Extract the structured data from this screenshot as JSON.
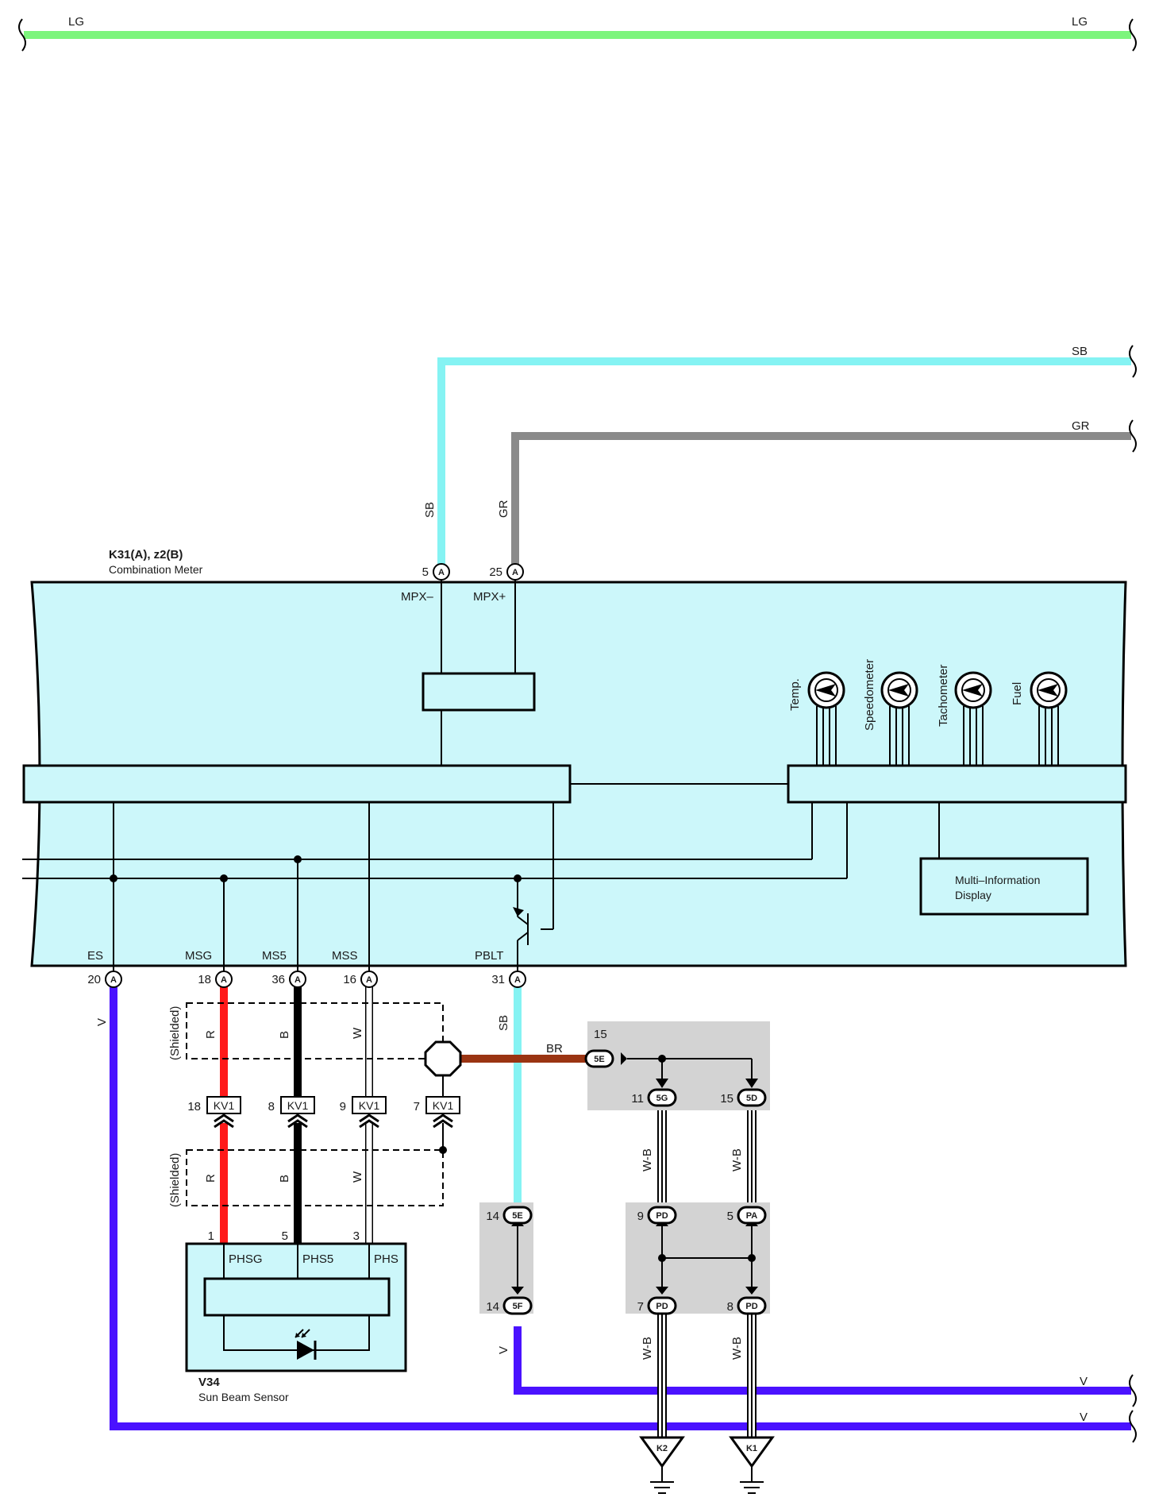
{
  "wires": {
    "lg": {
      "color": "#7cf57c",
      "left": "LG",
      "right": "LG"
    },
    "sb": {
      "color": "#85f3f3",
      "top": "SB",
      "vertical": "SB",
      "lower": "SB"
    },
    "gr": {
      "color": "#8a8a8a",
      "top": "GR",
      "vertical": "GR"
    },
    "v": {
      "color": "#4a12ff",
      "left": "V",
      "mid": "V",
      "upper_right": "V",
      "lower_right": "V"
    },
    "br": {
      "color": "#9a3412",
      "label": "BR"
    },
    "r": {
      "color": "#ff1a1a",
      "upper": "R",
      "lower": "R"
    },
    "b": {
      "color": "#000000",
      "upper": "B",
      "lower": "B"
    },
    "w": {
      "color": "#ffffff",
      "upper": "W",
      "lower": "W"
    },
    "wb": {
      "labels": [
        "W-B",
        "W-B",
        "W-B",
        "W-B"
      ]
    }
  },
  "meter": {
    "code": "K31(A), z2(B)",
    "name": "Combination Meter",
    "fill": "#ccf7fa",
    "top_pins": [
      {
        "num": "5",
        "conn": "A",
        "signal": "MPX–"
      },
      {
        "num": "25",
        "conn": "A",
        "signal": "MPX+"
      }
    ],
    "bottom_pins": [
      {
        "num": "20",
        "conn": "A",
        "signal": "ES"
      },
      {
        "num": "18",
        "conn": "A",
        "signal": "MSG"
      },
      {
        "num": "36",
        "conn": "A",
        "signal": "MS5"
      },
      {
        "num": "16",
        "conn": "A",
        "signal": "MSS"
      },
      {
        "num": "31",
        "conn": "A",
        "signal": "PBLT"
      }
    ],
    "gauges": [
      "Temp.",
      "Speedometer",
      "Tachometer",
      "Fuel"
    ],
    "display": [
      "Multi–Information",
      "Display"
    ]
  },
  "shield": {
    "upper": "(Shielded)",
    "lower": "(Shielded)"
  },
  "kv1_connectors": [
    {
      "num": "18",
      "name": "KV1"
    },
    {
      "num": "8",
      "name": "KV1"
    },
    {
      "num": "9",
      "name": "KV1"
    },
    {
      "num": "7",
      "name": "KV1"
    }
  ],
  "sensor": {
    "code": "V34",
    "name": "Sun Beam Sensor",
    "pins": [
      {
        "num": "1",
        "signal": "PHSG"
      },
      {
        "num": "5",
        "signal": "PHS5"
      },
      {
        "num": "3",
        "signal": "PHS"
      }
    ]
  },
  "junctions": {
    "j5e_top": {
      "num": "15",
      "name": "5E"
    },
    "j5g": {
      "num": "11",
      "name": "5G"
    },
    "j5d": {
      "num": "15",
      "name": "5D"
    },
    "j5e": {
      "num": "14",
      "name": "5E"
    },
    "j5f": {
      "num": "14",
      "name": "5F"
    },
    "pd_a": {
      "num": "9",
      "name": "PD"
    },
    "pa": {
      "num": "5",
      "name": "PA"
    },
    "pd_b": {
      "num": "7",
      "name": "PD"
    },
    "pd_c": {
      "num": "8",
      "name": "PD"
    }
  },
  "grounds": [
    "K2",
    "K1"
  ]
}
